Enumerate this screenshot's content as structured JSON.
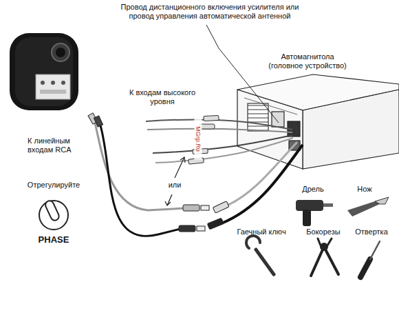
{
  "diagram": {
    "labels": [
      "Провод дистанционного включения усилителя или провод управления автоматической антенной",
      "Автомагнитола (головное устройство)",
      "К входам высокого уровня",
      "MGrp.Ru",
      "К линейным входам RCA",
      "Отрегулируйте",
      "PHASE",
      "или",
      "Дрель",
      "Нож",
      "Гаечный ключ",
      "Бокорезы",
      "Отвертка"
    ]
  }
}
